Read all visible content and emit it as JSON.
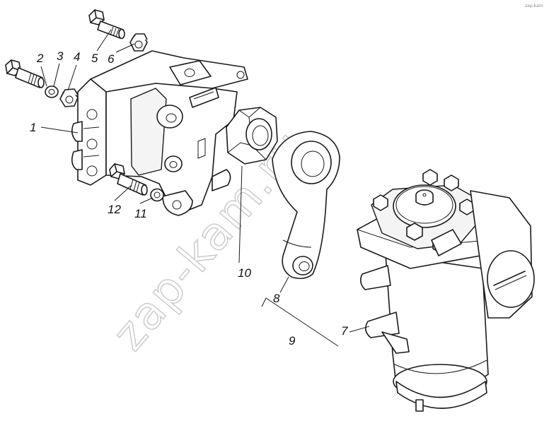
{
  "watermark": "zap-kam.ru",
  "corner_mark": "zap-kam",
  "callouts": [
    {
      "id": "1",
      "label": "1"
    },
    {
      "id": "2",
      "label": "2"
    },
    {
      "id": "3",
      "label": "3"
    },
    {
      "id": "4",
      "label": "4"
    },
    {
      "id": "5",
      "label": "5"
    },
    {
      "id": "6",
      "label": "6"
    },
    {
      "id": "7",
      "label": "7"
    },
    {
      "id": "8",
      "label": "8"
    },
    {
      "id": "9",
      "label": "9"
    },
    {
      "id": "10",
      "label": "10"
    },
    {
      "id": "11",
      "label": "11"
    },
    {
      "id": "12",
      "label": "12"
    }
  ]
}
